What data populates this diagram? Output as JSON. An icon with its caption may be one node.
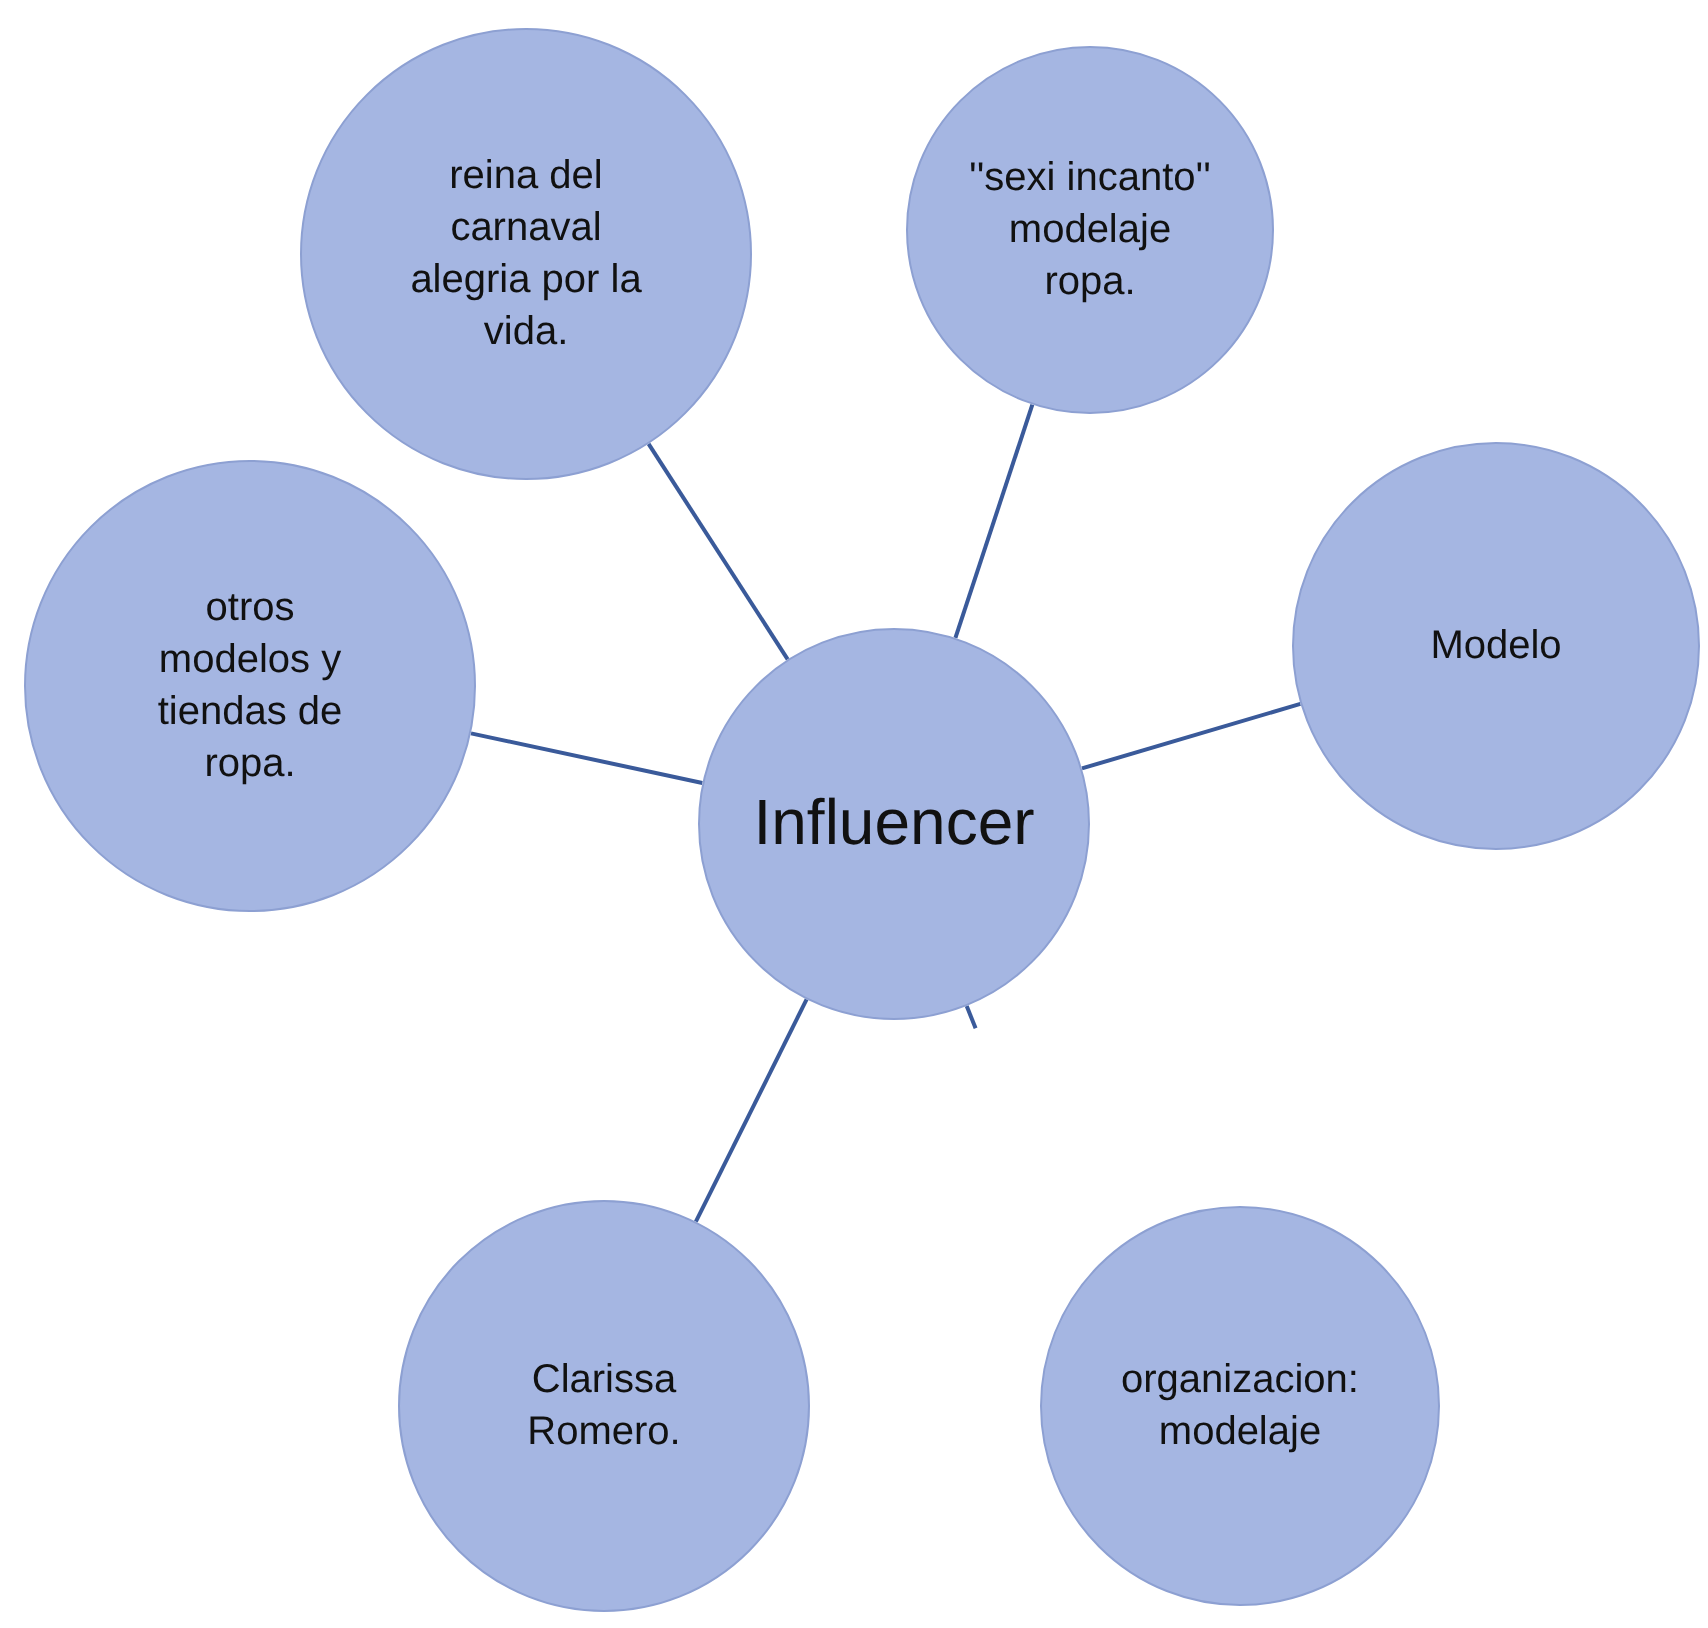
{
  "diagram": {
    "nodes": [
      {
        "text": [
          "reina del carnaval alegria por la vida."
        ]
      },
      {
        "text": [
          "''sexi incanto'' modelaje ropa."
        ]
      },
      {
        "text": [
          "Modelo"
        ]
      },
      {
        "text": [
          "otros modelos y tiendas de ropa."
        ]
      },
      {
        "text": [
          "Influencer"
        ]
      },
      {
        "text": [
          "Clarissa Romero."
        ]
      },
      {
        "text": [
          "organizacion: modelaje"
        ]
      }
    ],
    "edges": [
      {
        "from": 4,
        "to": 0,
        "arrow": "none"
      },
      {
        "from": 4,
        "to": 1,
        "arrow": "none"
      },
      {
        "from": 4,
        "to": 2,
        "arrow": "none"
      },
      {
        "from": 4,
        "to": 3,
        "arrow": "none"
      },
      {
        "from": 4,
        "to": 5,
        "arrow": "none"
      },
      {
        "from": 4,
        "to": null,
        "arrow": "none"
      }
    ]
  }
}
